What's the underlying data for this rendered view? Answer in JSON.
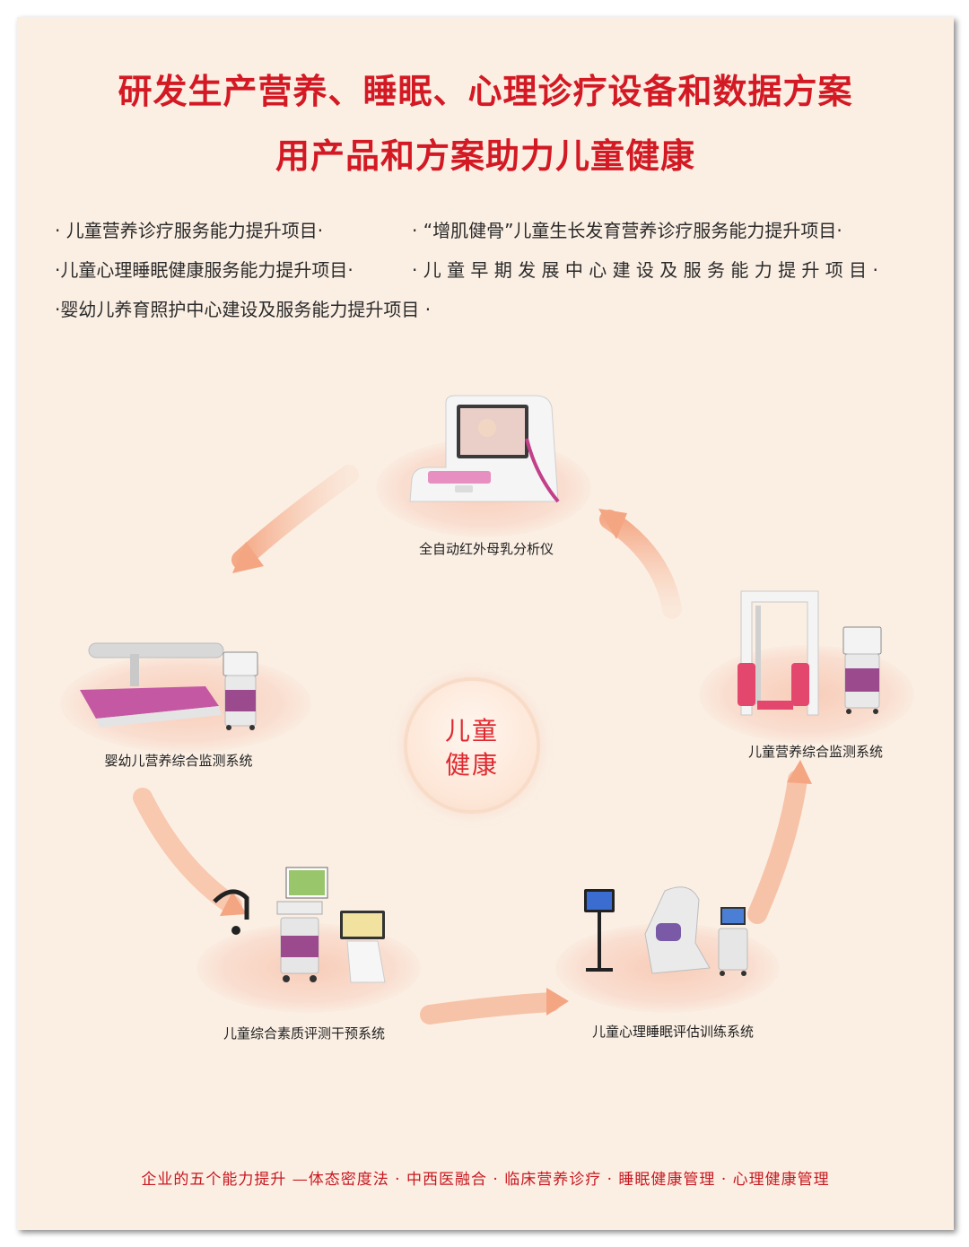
{
  "header": {
    "title_line1": "研发生产营养、睡眠、心理诊疗设备和数据方案",
    "title_line2": "用产品和方案助力儿童健康"
  },
  "projects": [
    "· 儿童营养诊疗服务能力提升项目·",
    "· “增肌健骨”儿童生长发育营养诊疗服务能力提升项目·",
    "·儿童心理睡眠健康服务能力提升项目·",
    "· 儿 童 早 期 发 展 中 心 建 设 及 服 务 能 力 提 升 项 目 ·",
    "·婴幼儿养育照护中心建设及服务能力提升项目 ·"
  ],
  "center": {
    "line1": "儿童",
    "line2": "健康"
  },
  "products": {
    "analyzer": "全自动红外母乳分析仪",
    "infant_monitor": "婴幼儿营养综合监测系统",
    "child_monitor": "儿童营养综合监测系统",
    "quality_system": "儿童综合素质评测干预系统",
    "sleep_system": "儿童心理睡眠评估训练系统"
  },
  "footer": "企业的五个能力提升 —体态密度法 · 中西医融合 · 临床营养诊疗 · 睡眠健康管理 · 心理健康管理",
  "colors": {
    "background": "#fbefe4",
    "title_red": "#d31a24",
    "accent_pink": "#c2408a",
    "arrow": "#f4a582"
  },
  "icons": [
    "breast-milk-analyzer-icon",
    "infant-scale-icon",
    "height-station-icon",
    "assessment-cart-icon",
    "massage-chair-icon"
  ]
}
